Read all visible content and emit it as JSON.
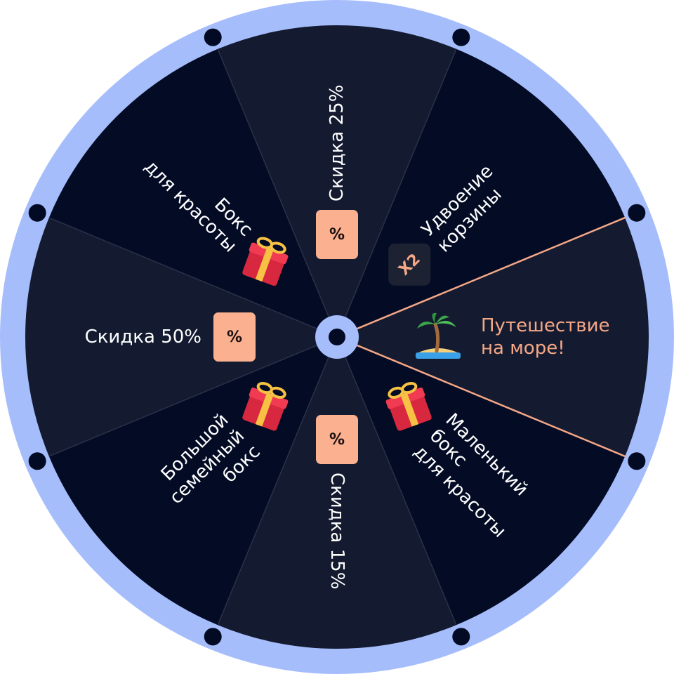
{
  "wheel": {
    "colors": {
      "rim": "#a6bdfc",
      "peg": "#020a24",
      "segment_dark": "#030b25",
      "segment_light": "#141b30",
      "divider": "#2a3148",
      "highlight": "#f5a786",
      "badge_bg": "#fbb08f",
      "badge_text": "#1a1010",
      "x2_bg": "#1d2233",
      "x2_text": "#f5a786",
      "text": "#ffffff",
      "hub": "#a6bdfc",
      "hub_center": "#020a24"
    },
    "segments": [
      {
        "id": "travel",
        "label_lines": [
          "Путешествие",
          "на море!"
        ],
        "icon": "palm-island-icon",
        "highlighted": true
      },
      {
        "id": "small-box",
        "label_lines": [
          "Маленький",
          "бокс",
          "для красоты"
        ],
        "icon": "gift-icon"
      },
      {
        "id": "discount-15",
        "label_lines": [
          "Скидка 15%"
        ],
        "icon": "percent-badge-icon",
        "badge": "%"
      },
      {
        "id": "family-box",
        "label_lines": [
          "Большой",
          "семейный",
          "бокс"
        ],
        "icon": "gift-icon"
      },
      {
        "id": "discount-50",
        "label_lines": [
          "Скидка 50%"
        ],
        "icon": "percent-badge-icon",
        "badge": "%"
      },
      {
        "id": "beauty-box",
        "label_lines": [
          "Бокс",
          "для красоты"
        ],
        "icon": "gift-icon"
      },
      {
        "id": "discount-25",
        "label_lines": [
          "Скидка 25%"
        ],
        "icon": "percent-badge-icon",
        "badge": "%"
      },
      {
        "id": "double-cart",
        "label_lines": [
          "Удвоение",
          "корзины"
        ],
        "icon": "x2-badge-icon",
        "badge": "X2"
      }
    ]
  }
}
